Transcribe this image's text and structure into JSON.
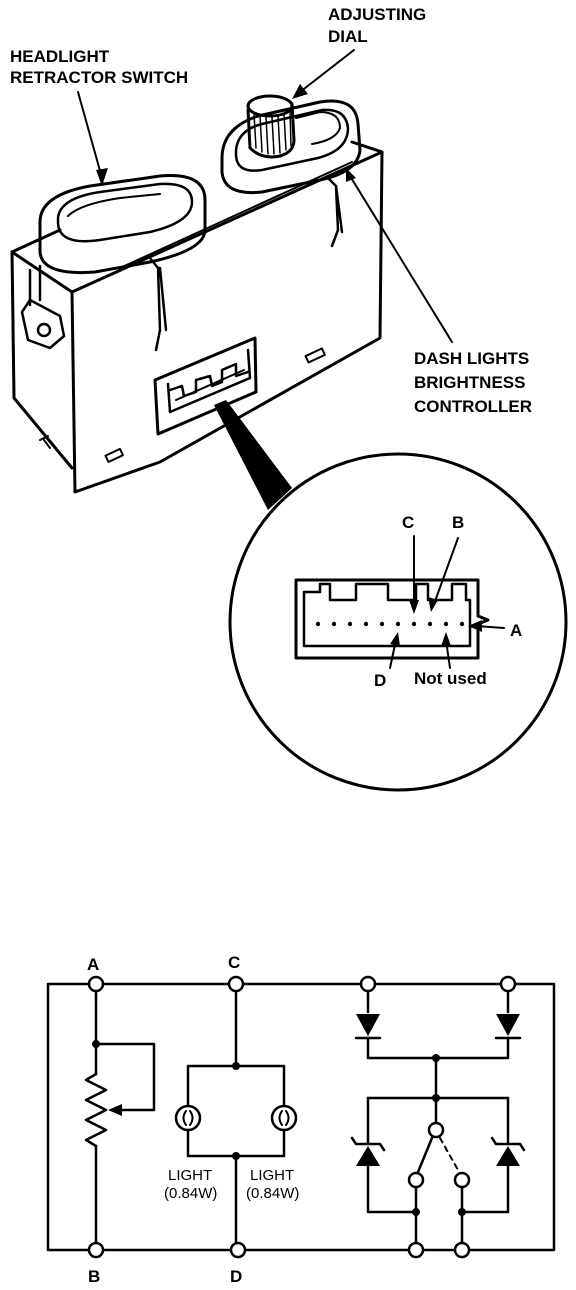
{
  "labels": {
    "headlight_switch_line1": "HEADLIGHT",
    "headlight_switch_line2": "RETRACTOR SWITCH",
    "adjusting_dial_line1": "ADJUSTING",
    "adjusting_dial_line2": "DIAL",
    "dash_lights_line1": "DASH LIGHTS",
    "dash_lights_line2": "BRIGHTNESS",
    "dash_lights_line3": "CONTROLLER"
  },
  "connector": {
    "pins": {
      "a": "A",
      "b": "B",
      "c": "C",
      "d": "D"
    },
    "not_used": "Not used"
  },
  "schematic": {
    "terminals": {
      "a": "A",
      "b": "B",
      "c": "C",
      "d": "D"
    },
    "light1": {
      "name": "LIGHT",
      "rating": "(0.84W)"
    },
    "light2": {
      "name": "LIGHT",
      "rating": "(0.84W)"
    }
  }
}
